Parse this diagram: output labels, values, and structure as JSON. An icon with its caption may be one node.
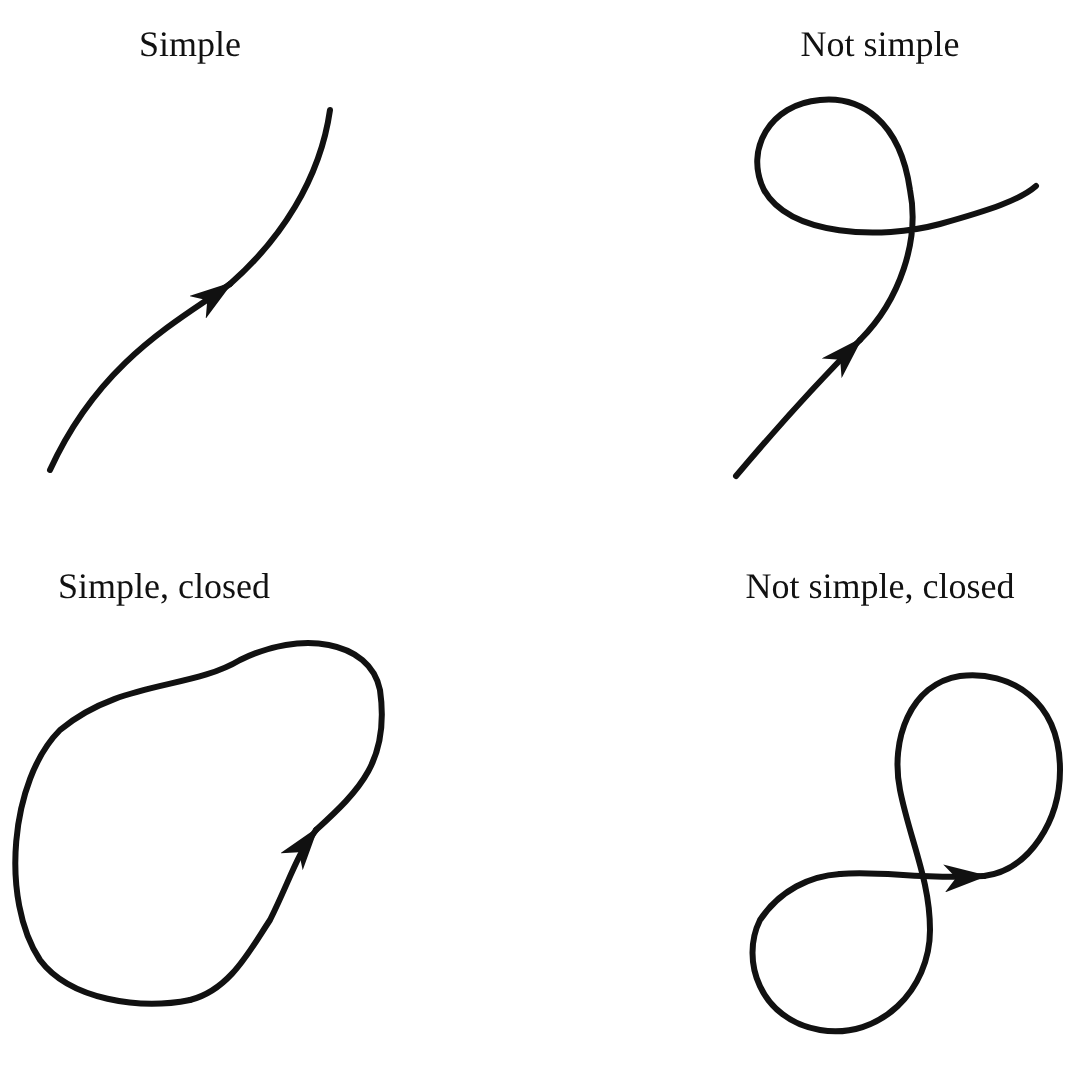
{
  "diagram": {
    "labels": [
      "Simple",
      "Not simple",
      "Simple, closed",
      "Not simple, closed"
    ]
  }
}
